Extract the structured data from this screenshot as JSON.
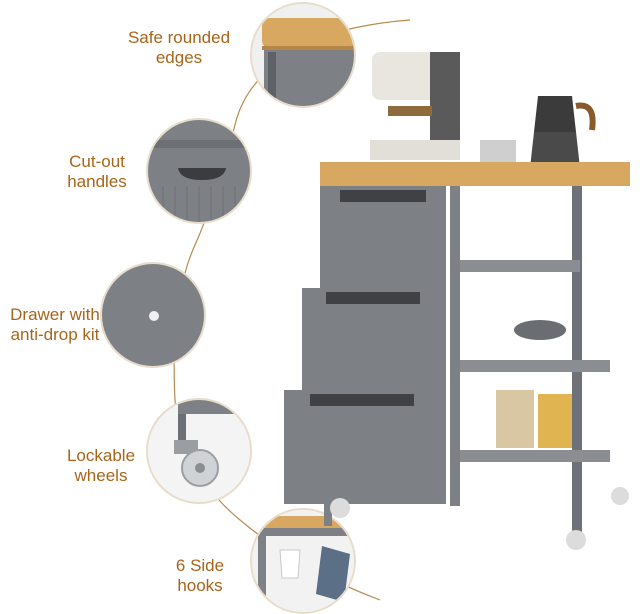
{
  "callouts": {
    "rounded_edges": {
      "line1": "Safe rounded",
      "line2": "edges"
    },
    "handles": {
      "line1": "Cut-out",
      "line2": "handles"
    },
    "drawer": {
      "line1": "Drawer with",
      "line2": "anti-drop kit"
    },
    "wheels": {
      "line1": "Lockable",
      "line2": "wheels"
    },
    "hooks": {
      "line1": "6 Side",
      "line2": "hooks"
    }
  },
  "colors": {
    "label": "#a8651a",
    "cabinet_gray": "#7d8085",
    "wood_top": "#d9a860",
    "connector_line": "#b98a4f"
  }
}
